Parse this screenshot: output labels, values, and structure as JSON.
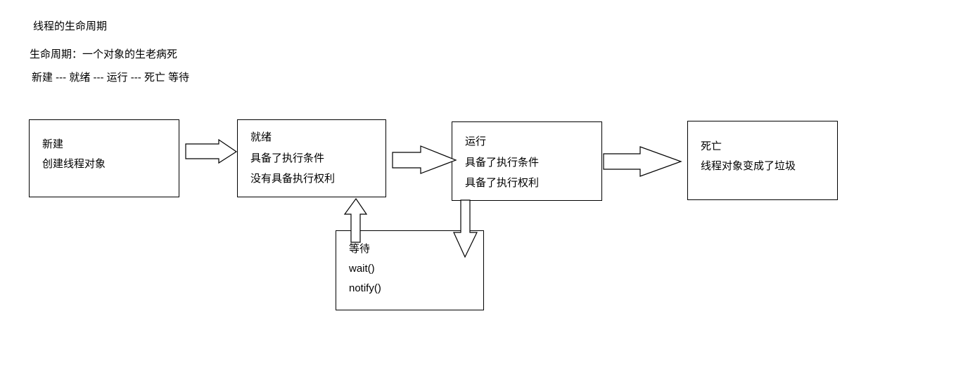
{
  "page": {
    "background_color": "#ffffff",
    "text_color": "#000000",
    "stroke_color": "#000000"
  },
  "notes": {
    "title": "线程的生命周期",
    "lifecycle": "生命周期：一个对象的生老病死",
    "states": "新建 --- 就绪 --- 运行 --- 死亡  等待"
  },
  "boxes": [
    {
      "id": "new",
      "name": "新建",
      "lines": [
        "新建",
        "创建线程对象"
      ]
    },
    {
      "id": "ready",
      "name": "就绪",
      "lines": [
        "就绪",
        "具备了执行条件",
        "没有具备执行权利"
      ]
    },
    {
      "id": "running",
      "name": "运行",
      "lines": [
        "运行",
        "具备了执行条件",
        "具备了执行权利"
      ]
    },
    {
      "id": "dead",
      "name": "死亡",
      "lines": [
        "死亡",
        "线程对象变成了垃圾"
      ]
    },
    {
      "id": "wait",
      "name": "等待",
      "lines": [
        "等待",
        "wait()",
        "notify()"
      ]
    }
  ],
  "arrows": [
    {
      "id": "new-to-ready",
      "from": "新建",
      "to": "就绪",
      "direction": "right"
    },
    {
      "id": "ready-to-running",
      "from": "就绪",
      "to": "运行",
      "direction": "right"
    },
    {
      "id": "running-to-dead",
      "from": "运行",
      "to": "死亡",
      "direction": "right"
    },
    {
      "id": "wait-to-ready",
      "from": "等待",
      "to": "就绪",
      "direction": "up"
    },
    {
      "id": "running-to-wait",
      "from": "运行",
      "to": "等待",
      "direction": "down"
    }
  ]
}
